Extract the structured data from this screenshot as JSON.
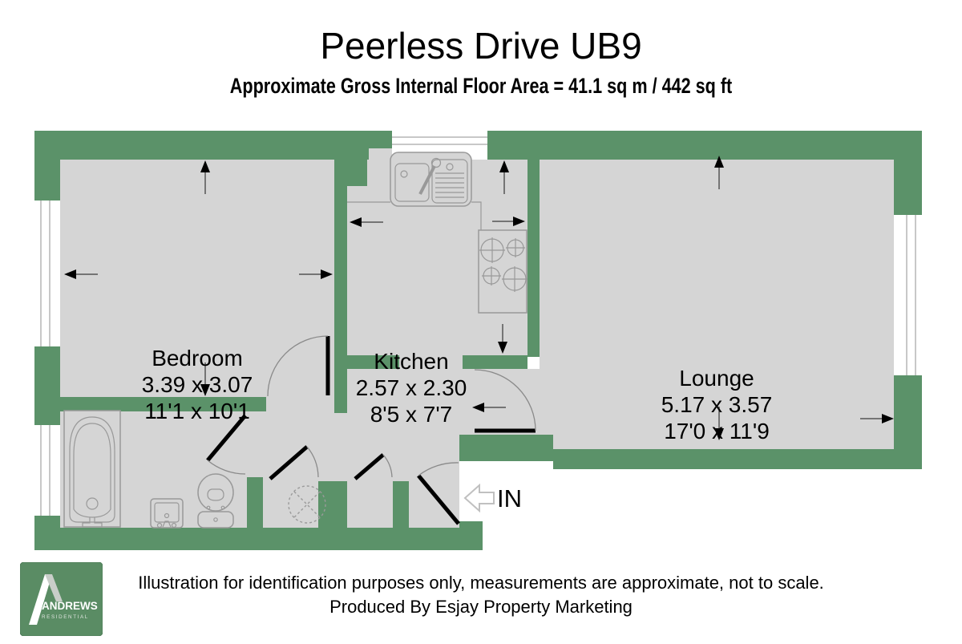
{
  "header": {
    "title": "Peerless Drive UB9",
    "subtitle": "Approximate Gross Internal Floor Area = 41.1 sq m / 442 sq ft"
  },
  "rooms": [
    {
      "name": "Bedroom",
      "dim_metric": "3.39 x 3.07",
      "dim_imperial": "11'1 x 10'1"
    },
    {
      "name": "Kitchen",
      "dim_metric": "2.57 x 2.30",
      "dim_imperial": "8'5 x 7'7"
    },
    {
      "name": "Lounge",
      "dim_metric": "5.17 x 3.57",
      "dim_imperial": "17'0 x 11'9"
    }
  ],
  "entrance": {
    "label": "IN"
  },
  "fixtures": [
    "bathtub",
    "basin",
    "toilet",
    "water-tank",
    "kitchen-sink",
    "stove",
    "windows",
    "door-swings"
  ],
  "footer": {
    "disclaimer_line1": "Illustration for identification purposes only, measurements are approximate, not to scale.",
    "disclaimer_line2": "Produced By Esjay Property Marketing",
    "logo": {
      "brand": "ANDREWS",
      "sub_brand": "RESIDENTIAL"
    }
  },
  "colors": {
    "wall_green": "#5b9269",
    "floor_gray": "#d5d5d5",
    "outline_gray": "#999999",
    "logo_green": "#5a8c64"
  }
}
